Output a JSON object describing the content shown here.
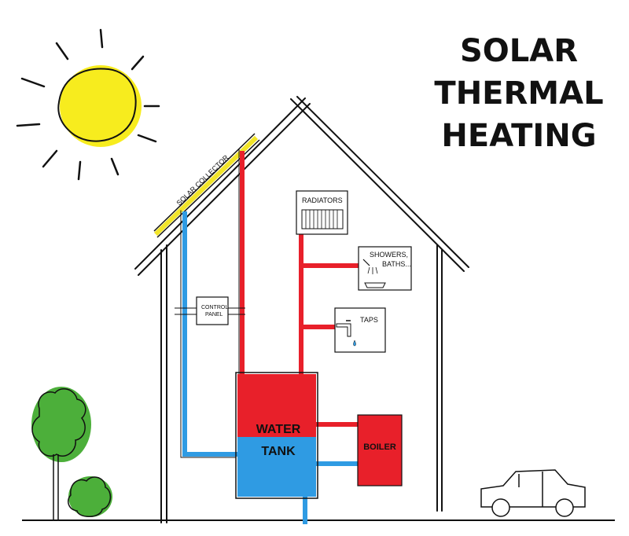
{
  "title": {
    "line1": "SOLAR",
    "line2": "THERMAL",
    "line3": "HEATING"
  },
  "labels": {
    "solar_collector": "SOLAR COLLECTOR",
    "radiators": "RADIATORS",
    "showers": "SHOWERS,",
    "baths": "BATHS...",
    "control_line1": "CONTROL",
    "control_line2": "PANEL",
    "taps": "TAPS",
    "tank_water": "WATER",
    "tank_tank": "TANK",
    "boiler": "BOILER"
  },
  "colors": {
    "hot": "#e8202a",
    "cold": "#2f9be3",
    "sun": "#f7ec1e",
    "tree": "#4caf3a",
    "collector": "#f2e52a"
  }
}
